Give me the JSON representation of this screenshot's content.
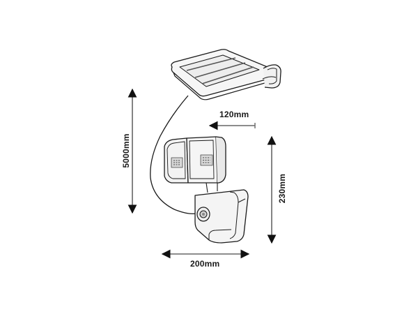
{
  "diagram": {
    "type": "product-dimension-drawing",
    "subject": "Solar-powered LED security light with separate solar panel",
    "colors": {
      "line": "#1a1a1a",
      "arrow": "#111111",
      "fill_light": "#f4f4f4",
      "fill_mid": "#e6e6e6",
      "background": "#ffffff"
    },
    "components": [
      {
        "id": "solar-panel",
        "label": "Solar panel with wall bracket"
      },
      {
        "id": "cable",
        "label": "Connection cable"
      },
      {
        "id": "lamp-head",
        "label": "Dual LED lamp head"
      },
      {
        "id": "sensor-housing",
        "label": "Motion sensor housing with mount"
      }
    ]
  },
  "dimensions": {
    "cable_length": {
      "label": "5000mm",
      "value": 5000,
      "unit": "mm",
      "orientation": "vertical"
    },
    "depth": {
      "label": "120mm",
      "value": 120,
      "unit": "mm",
      "orientation": "horizontal"
    },
    "height": {
      "label": "230mm",
      "value": 230,
      "unit": "mm",
      "orientation": "vertical"
    },
    "width": {
      "label": "200mm",
      "value": 200,
      "unit": "mm",
      "orientation": "horizontal"
    }
  }
}
